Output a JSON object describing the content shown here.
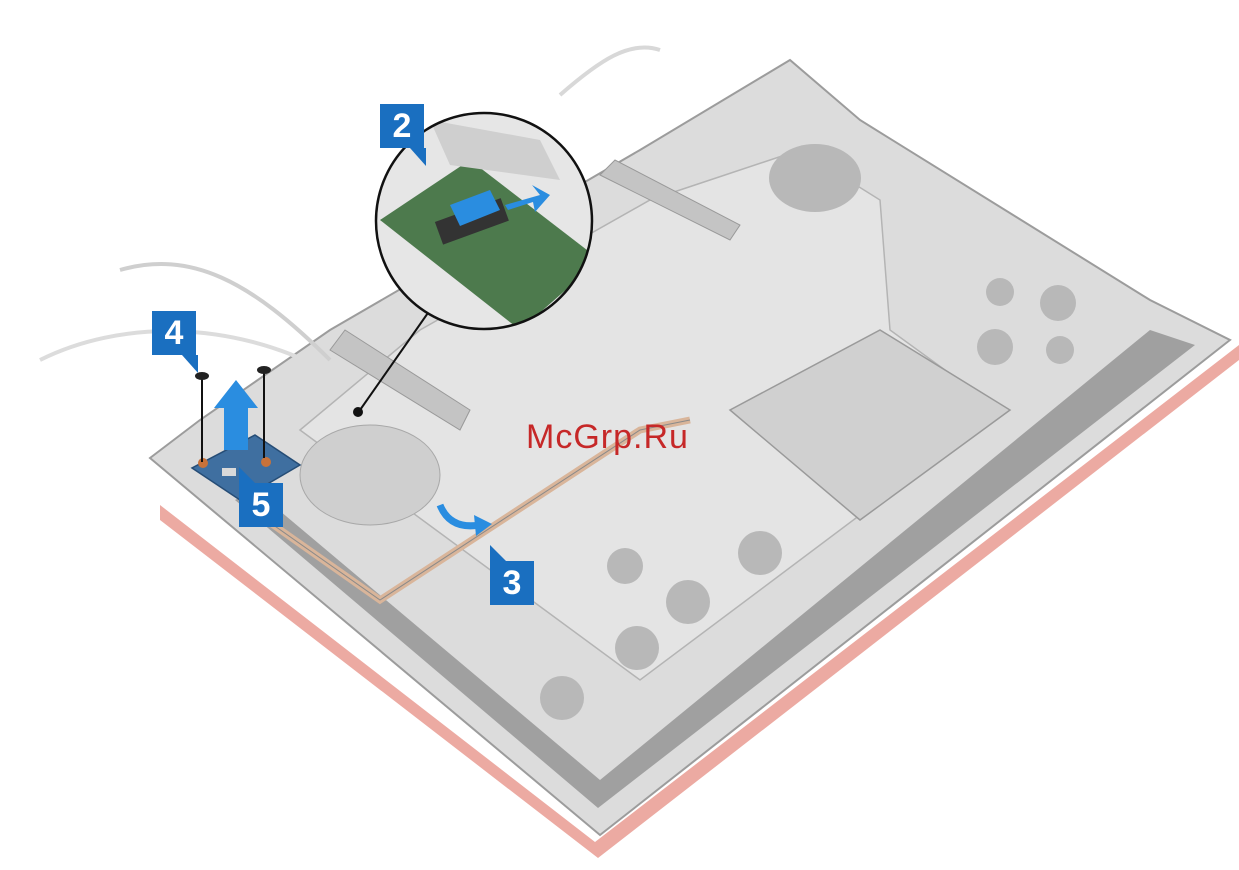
{
  "steps": {
    "step_2": "2",
    "step_3": "3",
    "step_4": "4",
    "step_5": "5"
  },
  "watermark": "McGrp.Ru",
  "colors": {
    "callout": "#1a6fc0",
    "arrow": "#2a8de0",
    "watermark": "#c62828",
    "chassis": "#d6d6d6",
    "chassis_edge": "#9a9a9a",
    "bottom_edge": "#e9a39b",
    "board": "#3f6fa0"
  }
}
